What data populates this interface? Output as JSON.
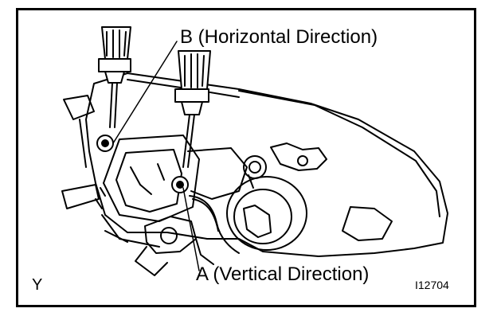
{
  "labels": {
    "b": "B (Horizontal Direction)",
    "a": "A (Vertical Direction)"
  },
  "corner_mark": "Y",
  "figure_code": "I12704",
  "icons": [
    "screwdriver-icon",
    "adjusting-screw-icon"
  ]
}
